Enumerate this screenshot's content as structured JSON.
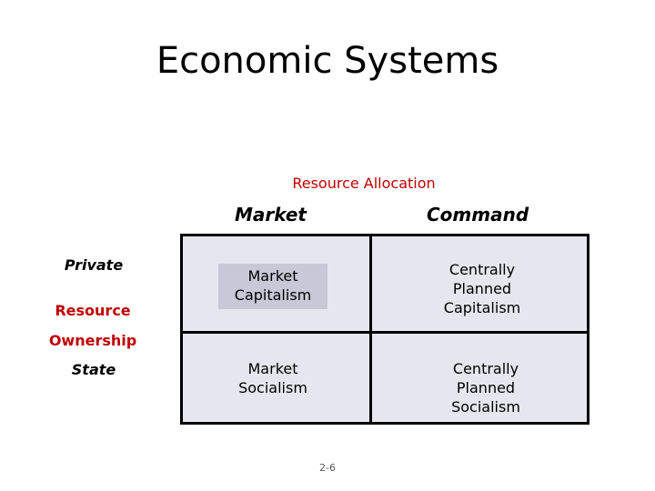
{
  "title": "Economic Systems",
  "axis_title": "Resource Allocation",
  "columns": {
    "market": "Market",
    "command": "Command"
  },
  "rows": {
    "private": "Private",
    "resource": "Resource",
    "ownership": "Ownership",
    "state": "State"
  },
  "cells": {
    "private_market": [
      "Market",
      "Capitalism"
    ],
    "private_command": [
      "Centrally",
      "Planned",
      "Capitalism"
    ],
    "state_market": [
      "Market",
      "Socialism"
    ],
    "state_command": [
      "Centrally",
      "Planned",
      "Socialism"
    ]
  },
  "page_number": "2-6",
  "colors": {
    "axis_title": "#c00000",
    "matrix_fill": "#e6e6ee",
    "highlight_fill": "#c8c8d8",
    "border": "#000000"
  }
}
